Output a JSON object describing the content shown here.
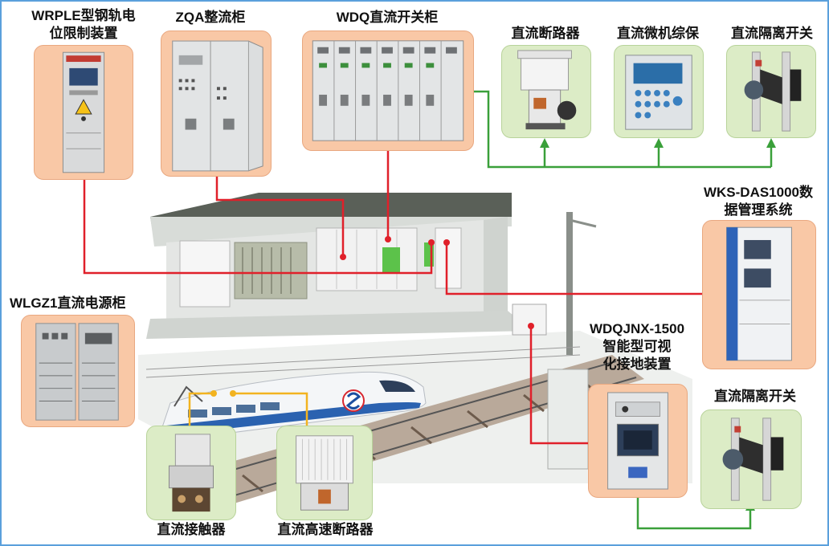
{
  "labels": {
    "wrple_line1": "WRPLE型钢轨电",
    "wrple_line2": "位限制装置",
    "zqa": "ZQA整流柜",
    "wdq": "WDQ直流开关柜",
    "dc_breaker": "直流断路器",
    "dc_protection": "直流微机综保",
    "dc_isolator_top": "直流隔离开关",
    "wks_line1": "WKS-DAS1000数",
    "wks_line2": "据管理系统",
    "wlgz1": "WLGZ1直流电源柜",
    "wdqjnx_line1": "WDQJNX-1500",
    "wdqjnx_line2": "智能型可视",
    "wdqjnx_line3": "化接地装置",
    "dc_isolator_bottom": "直流隔离开关",
    "dc_contactor": "直流接触器",
    "dc_hs_breaker": "直流高速断路器"
  },
  "colors": {
    "red_wire": "#e0202a",
    "green_wire": "#3aa03a",
    "yellow_wire": "#f2b320",
    "peach_card": "#f9c8a6",
    "green_card": "#dcecc6",
    "frame_border": "#5aa0dc"
  }
}
